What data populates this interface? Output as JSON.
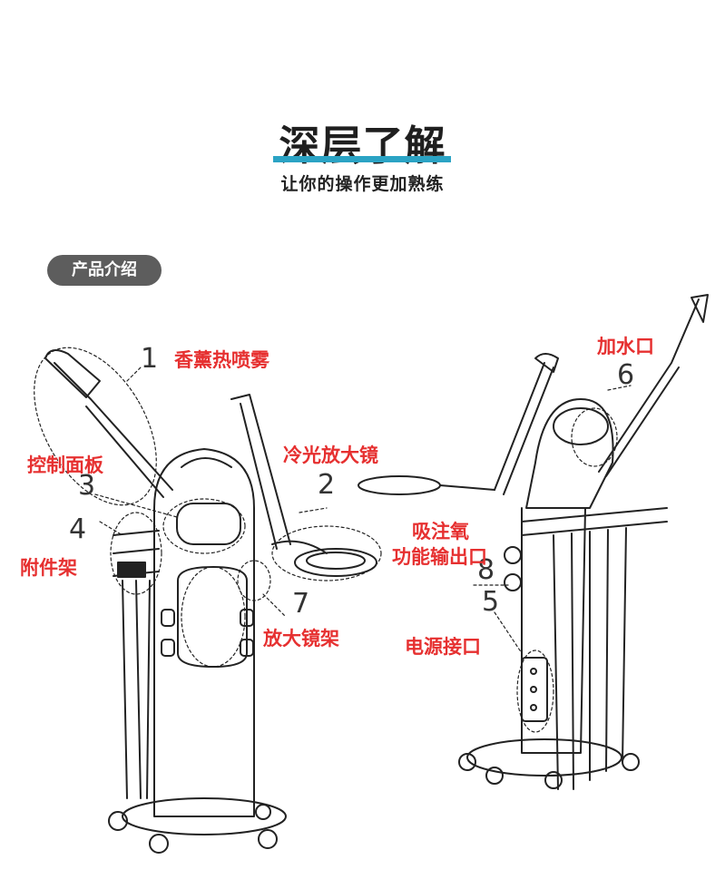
{
  "header": {
    "title": "深层了解",
    "subtitle": "让你的操作更加熟练"
  },
  "section_pill": "产品介绍",
  "labels": {
    "aroma_steam": "香薰热喷雾",
    "control_panel": "控制面板",
    "accessory_rack": "附件架",
    "cold_light_magnifier": "冷光放大镜",
    "magnifier_holder": "放大镜架",
    "water_inlet": "加水口",
    "oxygen_output_line1": "吸注氧",
    "oxygen_output_line2": "功能输出口",
    "power_interface": "电源接口"
  },
  "numbers": {
    "n1": "1",
    "n2": "2",
    "n3": "3",
    "n4": "4",
    "n5": "5",
    "n6": "6",
    "n7": "7",
    "n8": "8"
  },
  "colors": {
    "accent": "#2ba3c4",
    "label_red": "#e63030",
    "pill_bg": "#5d5d5d"
  },
  "illustration": "beauty-machine-line-drawing"
}
